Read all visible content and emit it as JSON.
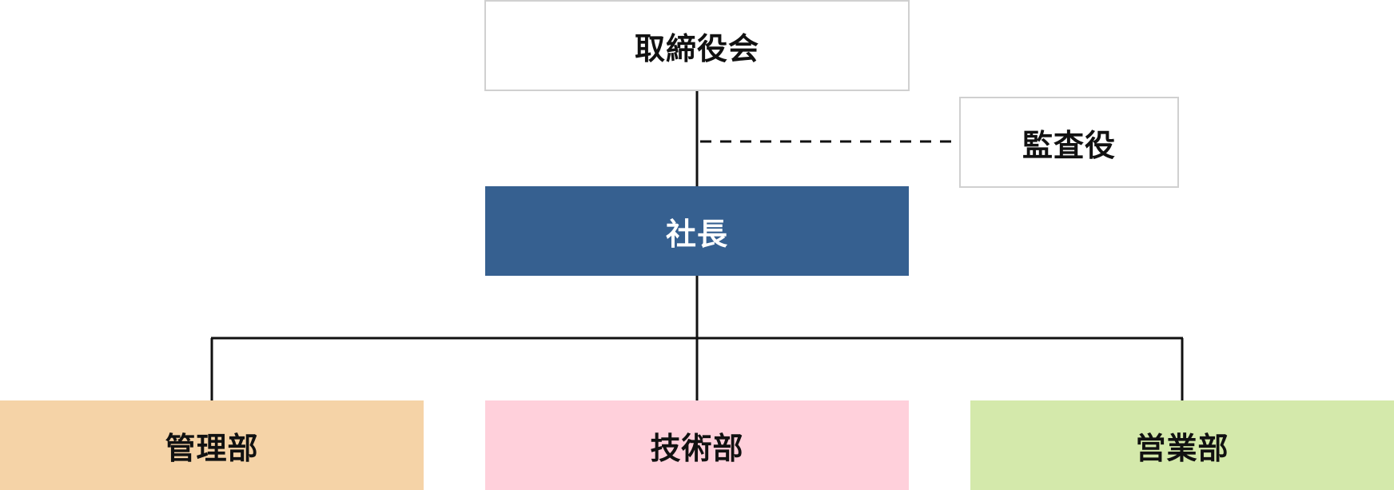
{
  "org_chart": {
    "board": {
      "label": "取締役会"
    },
    "auditor": {
      "label": "監査役"
    },
    "president": {
      "label": "社長",
      "fill": "#366090"
    },
    "departments": [
      {
        "label": "管理部",
        "fill": "#F5D3A7"
      },
      {
        "label": "技術部",
        "fill": "#FFD0DB"
      },
      {
        "label": "営業部",
        "fill": "#D4E9AB"
      }
    ]
  },
  "colors": {
    "line": "#111111",
    "outline_border": "#d0d0d0"
  }
}
